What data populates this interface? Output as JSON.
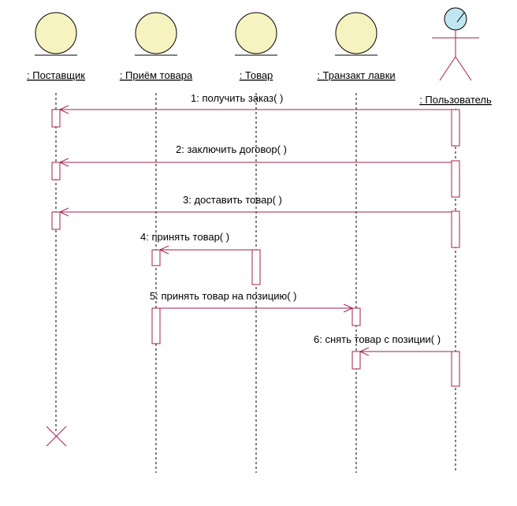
{
  "colors": {
    "entity_fill": "#f7f3c0",
    "actor_head_fill": "#bfe6f1",
    "message_color": "#a0204c",
    "lifeline_color": "#000000",
    "text_color": "#000000"
  },
  "objects": [
    {
      "name": ": Поставщик",
      "kind": "entity"
    },
    {
      "name": ": Приём товара",
      "kind": "entity"
    },
    {
      "name": ": Товар",
      "kind": "entity"
    },
    {
      "name": ": Транзакт лавки",
      "kind": "entity"
    },
    {
      "name": ": Пользователь",
      "kind": "actor"
    }
  ],
  "messages": [
    {
      "label": "1: получить заказ( )",
      "from": 4,
      "to": 0
    },
    {
      "label": "2: заключить договор( )",
      "from": 4,
      "to": 0
    },
    {
      "label": "3: доставить товар( )",
      "from": 4,
      "to": 0
    },
    {
      "label": "4: принять товар( )",
      "from": 2,
      "to": 1
    },
    {
      "label": "5: принять товар на позицию( )",
      "from": 1,
      "to": 3
    },
    {
      "label": "6: снять товар с позиции( )",
      "from": 4,
      "to": 3
    }
  ],
  "destroyed_object": 0
}
